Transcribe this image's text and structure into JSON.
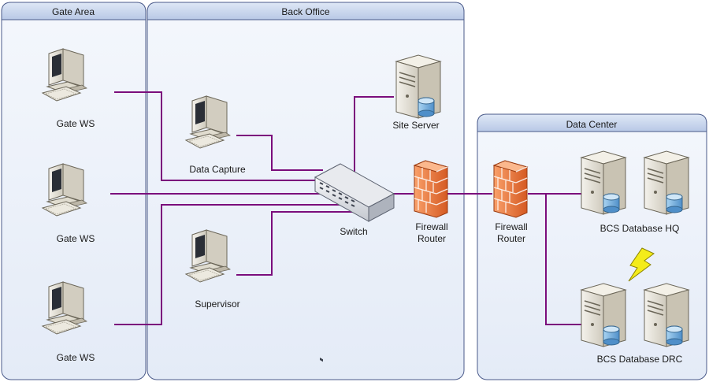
{
  "zones": {
    "gate_area": "Gate Area",
    "back_office": "Back Office",
    "data_center": "Data Center"
  },
  "nodes": {
    "gate_ws_1": "Gate WS",
    "gate_ws_2": "Gate WS",
    "gate_ws_3": "Gate WS",
    "data_capture": "Data Capture",
    "supervisor": "Supervisor",
    "site_server": "Site Server",
    "switch": "Switch",
    "firewall_1": [
      "Firewall",
      "Router"
    ],
    "firewall_2": [
      "Firewall",
      "Router"
    ],
    "db_hq": "BCS Database HQ",
    "db_drc": "BCS Database DRC"
  },
  "colors": {
    "link": "#7b0d7c",
    "zone_fill": "#e9f0fa",
    "zone_border": "#4a5a8a",
    "firewall": "#f0824a",
    "lightning": "#f4ec1a"
  },
  "icons": {
    "workstation": "workstation-icon",
    "server": "server-icon",
    "switch": "switch-icon",
    "firewall": "firewall-icon",
    "replication": "lightning-icon"
  }
}
